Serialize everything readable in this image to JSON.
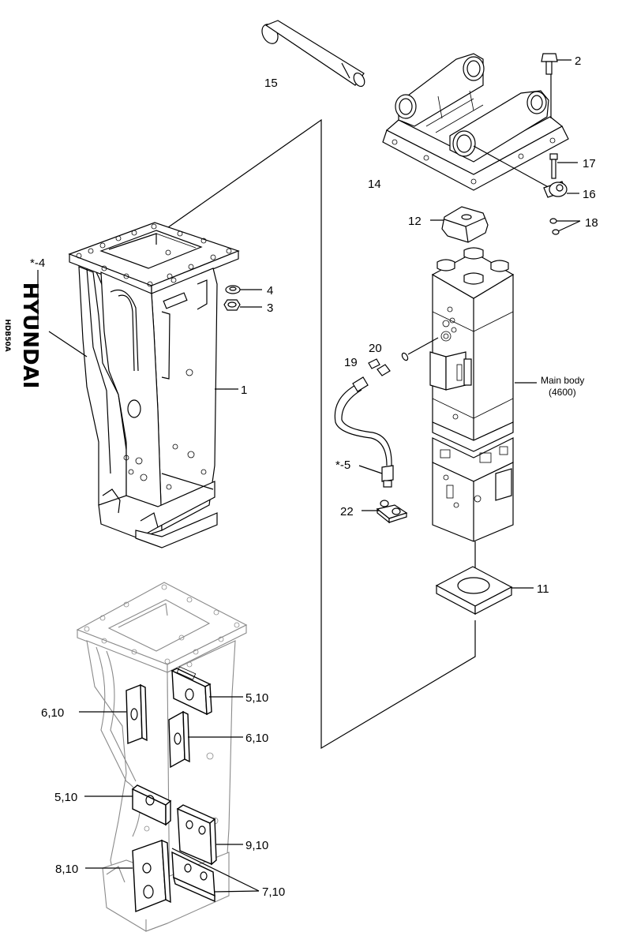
{
  "diagram": {
    "labels": {
      "p1": "1",
      "p2": "2",
      "p3": "3",
      "p4": "4",
      "p_4star": "*-4",
      "p_5star": "*-5",
      "p11": "11",
      "p12": "12",
      "p14": "14",
      "p15": "15",
      "p16": "16",
      "p17": "17",
      "p18": "18",
      "p19": "19",
      "p20": "20",
      "p22": "22",
      "p510_a": "5,10",
      "p610_a": "6,10",
      "p610_b": "6,10",
      "p510_b": "5,10",
      "p910": "9,10",
      "p810": "8,10",
      "p710": "7,10",
      "main_body_line1": "Main body",
      "main_body_line2": "(4600)"
    },
    "logo_text": "HYUNDAI",
    "logo_subtext": "HDB50A"
  }
}
